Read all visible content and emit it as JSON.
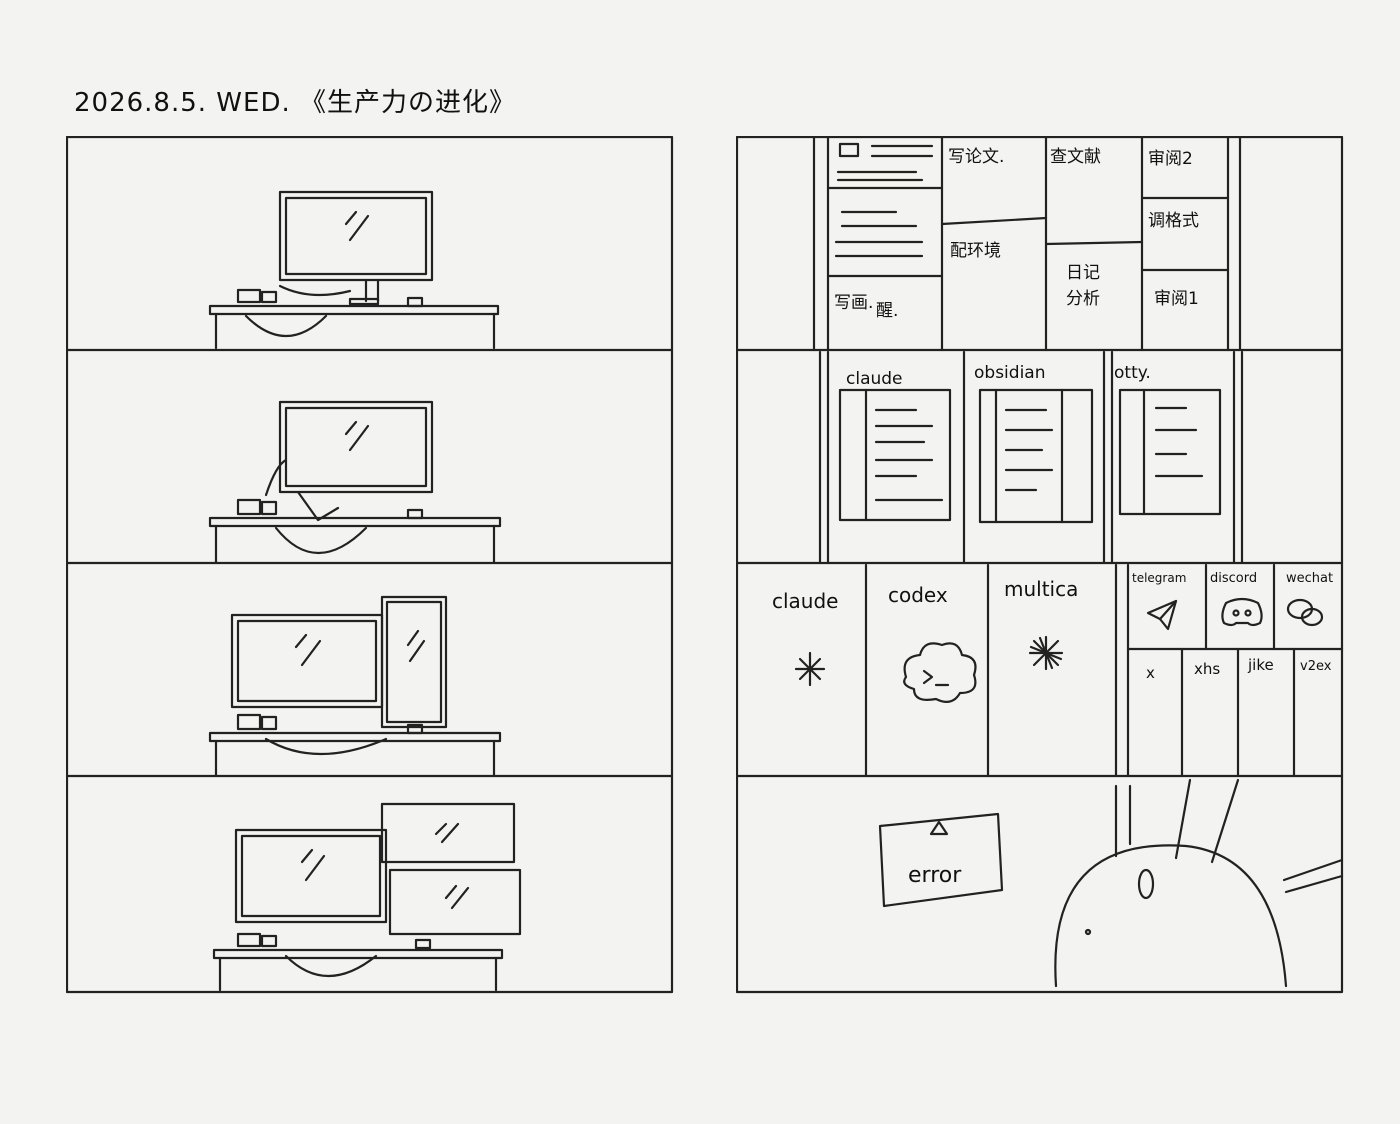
{
  "header": {
    "title": "2026.8.5. WED. 《生产力の进化》"
  },
  "right": {
    "row1": {
      "tiles": [
        "写论文.",
        "查文献",
        "审阅2",
        "调格式",
        "配环境",
        "日记",
        "分析",
        "审阅1",
        "写画.",
        "醒."
      ],
      "notes": "tiling window grid"
    },
    "row2": {
      "apps": [
        "claude",
        "obsidian",
        "otty."
      ]
    },
    "row3": {
      "agents": [
        "claude",
        "codex",
        "multica"
      ],
      "chats": [
        "telegram",
        "discord",
        "wechat"
      ],
      "socials": [
        "x",
        "xhs",
        "jike",
        "v2ex"
      ]
    },
    "row4": {
      "error_label": "error",
      "warning_glyph": "⚠"
    }
  }
}
